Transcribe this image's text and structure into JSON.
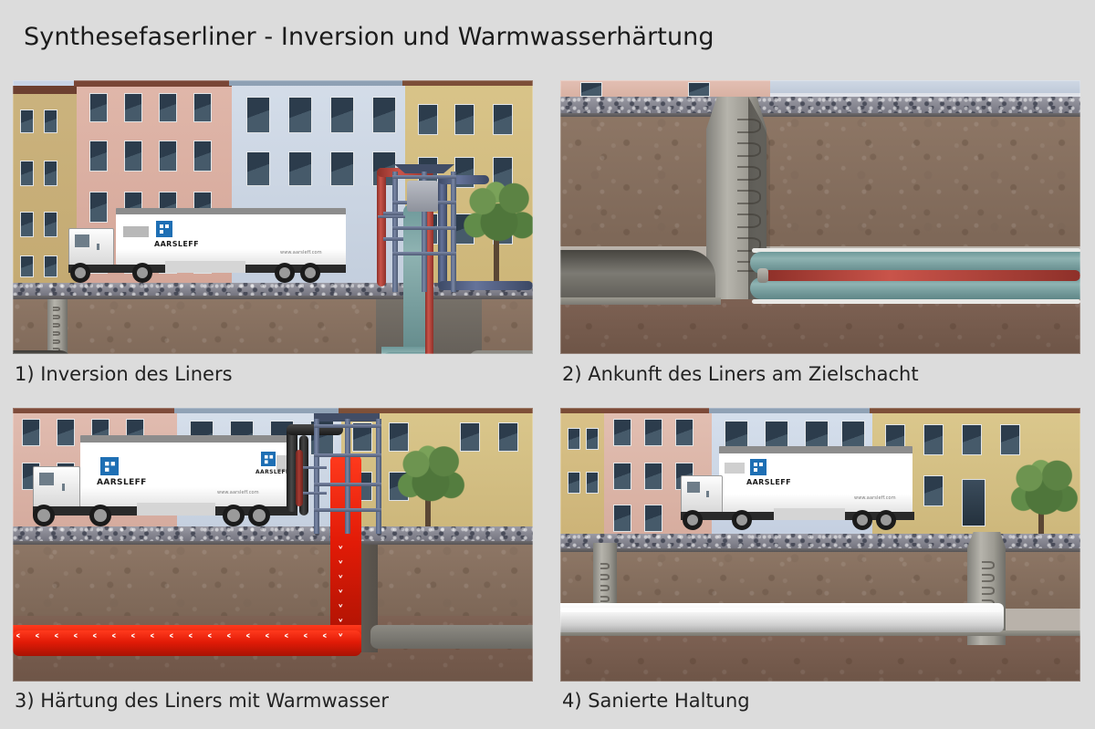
{
  "document": {
    "title": "Synthesefaserliner - Inversion und Warmwasserhärtung",
    "background_color": "#dcdcdc",
    "text_color": "#1c1c1c"
  },
  "brand": {
    "name": "AARSLEFF",
    "url": "www.aarsleff.com",
    "logo_color": "#1e6fb4"
  },
  "palette": {
    "soil": "#8d7665",
    "soil_lower": "#7e6254",
    "asphalt": "#8a8a94",
    "concrete": "#a8a69e",
    "liner_teal": "#7da3a3",
    "hose_red": "#c0504a",
    "hot_water_red": "#e21b07",
    "scaffold_blue": "#5b6883",
    "liner_white": "#f0f0f0",
    "tree_green": "#5c8344"
  },
  "panels": [
    {
      "id": "panel-1",
      "number": "1)",
      "caption": "1) Inversion des Liners",
      "caption_text": "Inversion des Liners",
      "description": "Inversionsturm mit Gerüst, LKW mit Auflieger an der Straße, Liner wird in den Kanal invertiert",
      "scene_elements": [
        "street-facade-buildings",
        "aarsleff-truck",
        "inversion-tower-scaffold",
        "red-hose",
        "blue-hose",
        "tree",
        "manhole-shaft",
        "sewer-pipe-cross-section",
        "teal-liner"
      ]
    },
    {
      "id": "panel-2",
      "number": "2)",
      "caption": "2) Ankunft des Liners am Zielschacht",
      "caption_text": "Ankunft des Liners am Zielschacht",
      "description": "Nahaufnahme des Zielschachts mit Steigeisen, Liner mit rotem Heizschlauch erreicht den Schacht",
      "scene_elements": [
        "manhole-shaft",
        "shaft-rungs",
        "sewer-pipe-cross-section",
        "teal-liner",
        "red-hose"
      ]
    },
    {
      "id": "panel-3",
      "number": "3)",
      "caption": "3) Härtung des Liners mit Warmwasser",
      "caption_text": "Härtung des Liners mit Warmwasser",
      "description": "Warmwasser zirkuliert im Liner, Pfeile zeigen die Strömungsrichtung",
      "scene_elements": [
        "street-facade-buildings",
        "aarsleff-truck",
        "inversion-tower-scaffold",
        "black-hose",
        "tree",
        "hot-water-flow",
        "flow-arrows"
      ]
    },
    {
      "id": "panel-4",
      "number": "4)",
      "caption": "4) Sanierte Haltung",
      "caption_text": "Sanierte Haltung",
      "description": "Fertig sanierte Haltung mit glattem weißem Liner zwischen zwei Schächten",
      "scene_elements": [
        "street-facade-buildings",
        "aarsleff-truck",
        "tree",
        "manhole-shaft-left",
        "manhole-shaft-right",
        "renovated-white-liner"
      ]
    }
  ]
}
